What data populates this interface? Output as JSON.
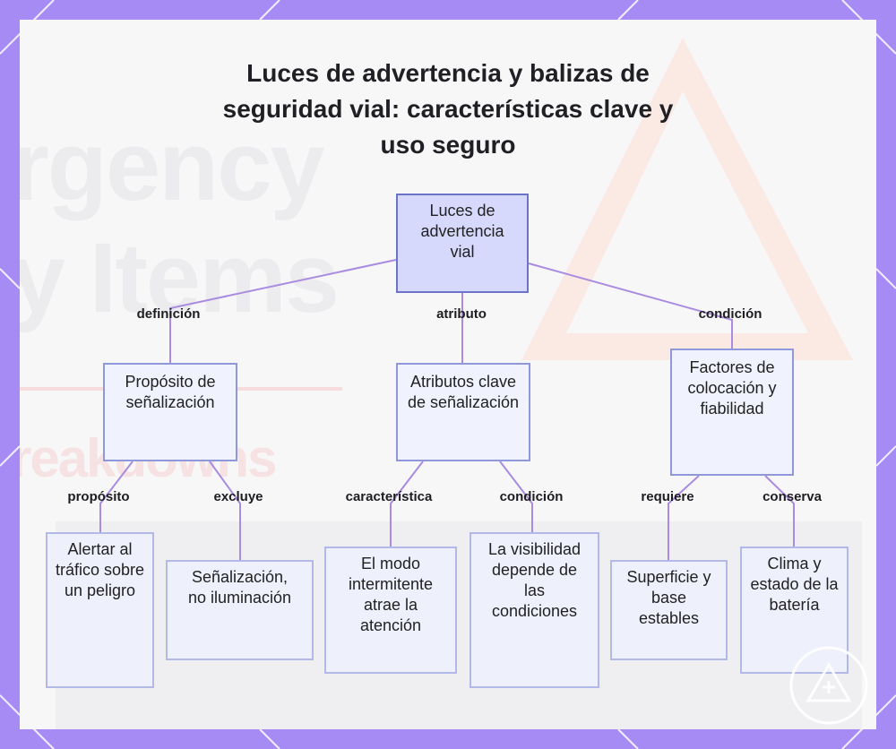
{
  "title": "Luces de advertencia y balizas de seguridad vial: características clave y uso seguro",
  "background_words": [
    "rgency",
    "y Items",
    "reakdowns"
  ],
  "colors": {
    "frame": "#a68bf5",
    "panel": "#f7f7f8",
    "edge": "#a98be0",
    "root_fill": "#d6d9fb",
    "node_fill": "#eef0fb",
    "node_border": "#8f98d8"
  },
  "nodes": {
    "root": "Luces de advertencia vial",
    "purpose": "Propósito de señalización",
    "attributes": "Atributos clave de señalización",
    "placement": "Factores de colocación y fiabilidad",
    "alert": "Alertar al tráfico sobre un peligro",
    "signal": "Señalización, no iluminación",
    "flash": "El modo intermitente atrae la atención",
    "visibility": "La visibilidad depende de las condiciones",
    "surface": "Superficie y base estables",
    "weather": "Clima y estado de la batería"
  },
  "edges": {
    "definition": "definición",
    "attribute": "atributo",
    "condition": "condición",
    "purpose": "propósito",
    "excludes": "excluye",
    "characteristic": "característica",
    "condition2": "condición",
    "requires": "requiere",
    "keeps": "conserva"
  },
  "logo_icon": "warning-triangle-icon"
}
